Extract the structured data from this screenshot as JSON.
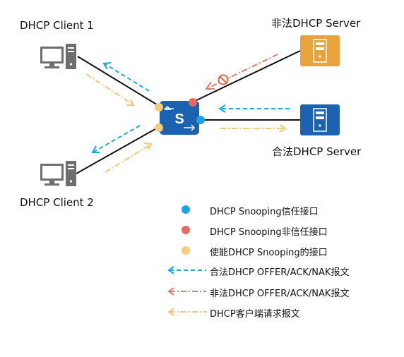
{
  "nodes": {
    "client1": "DHCP Client 1",
    "client2": "DHCP Client 2",
    "illegal_server": "非法DHCP Server",
    "legal_server": "合法DHCP Server",
    "switch_glyph": "S"
  },
  "legend": {
    "trusted": "DHCP Snooping信任接口",
    "untrusted": "DHCP Snooping非信任接口",
    "enabled": "使能DHCP Snooping的接口",
    "legal_msg": "合法DHCP OFFER/ACK/NAK报文",
    "illegal_msg": "非法DHCP OFFER/ACK/NAK报文",
    "client_msg": "DHCP客户端请求报文"
  },
  "colors": {
    "trusted": "#1AA3E8",
    "untrusted": "#E86A5E",
    "enabled": "#F5CE7C",
    "legal_arrow": "#1AA8E0",
    "illegal_arrow": "#E07A6A",
    "client_arrow": "#F3C57E",
    "switch": "#1B62B0",
    "legal_server": "#1B62B0",
    "illegal_server": "#EAA23B",
    "pc": "#6E6E6E"
  },
  "icons": {
    "pc": "pc-icon",
    "server": "server-icon",
    "switch": "switch-icon",
    "block": "block-icon"
  }
}
